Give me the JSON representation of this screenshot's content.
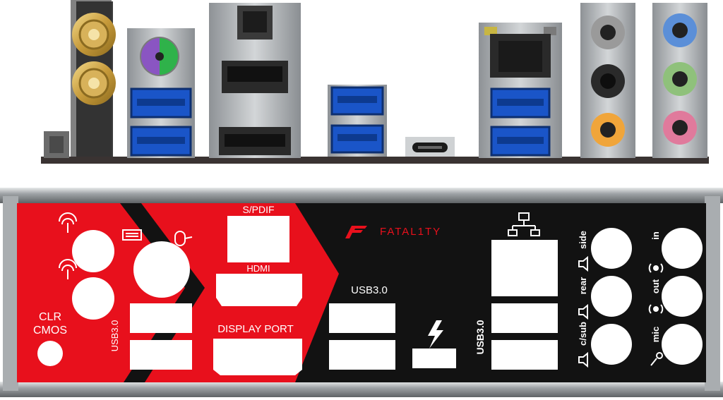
{
  "io_shield": {
    "labels": {
      "spdif": "S/PDIF",
      "hdmi": "HDMI",
      "display_port": "DISPLAY PORT",
      "usb30_left": "USB3.0",
      "usb30_center": "USB3.0",
      "usb30_right": "USB3.0",
      "clr_line1": "CLR",
      "clr_line2": "CMOS",
      "side": "side",
      "rear": "rear",
      "csub": "c/sub",
      "in": "in",
      "out": "out",
      "mic": "mic"
    },
    "brand": "FATAL1TY",
    "icons": [
      "wifi-antenna-icon",
      "keyboard-icon",
      "mouse-icon",
      "network-icon",
      "thunderbolt-icon",
      "speaker-icon",
      "audio-wave-icon",
      "microphone-icon"
    ]
  },
  "colors": {
    "shield_red": "#e8101c",
    "shield_black": "#121212",
    "metal": "#b5b8bb",
    "usb_blue": "#1a55c8",
    "ps2_purple": "#8a55c2",
    "ps2_green": "#2fb24a",
    "audio_blue": "#5b8fd8",
    "audio_green": "#8fc17b",
    "audio_pink": "#e07a9c",
    "audio_orange": "#f0a53a",
    "antenna_gold": "#c9a044"
  }
}
